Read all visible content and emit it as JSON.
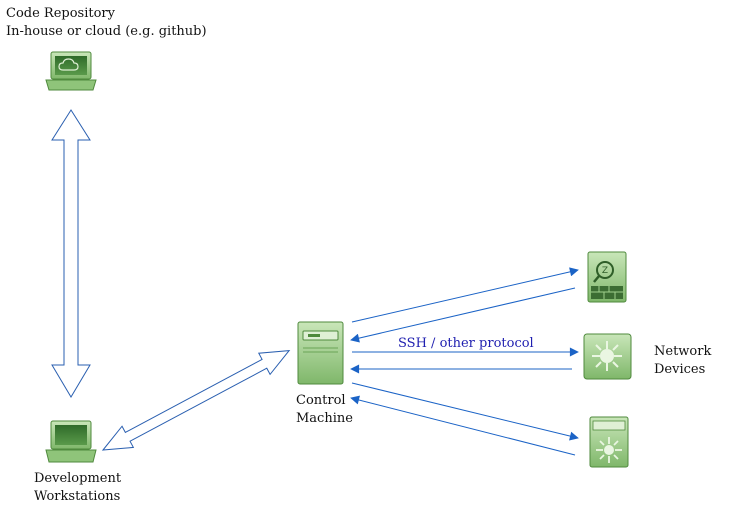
{
  "nodes": {
    "repo": {
      "line1": "Code Repository",
      "line2": "In-house or cloud (e.g. github)"
    },
    "workstations": {
      "line1": "Development",
      "line2": "Workstations"
    },
    "control": {
      "line1": "Control",
      "line2": "Machine"
    },
    "network": {
      "line1": "Network",
      "line2": "Devices"
    }
  },
  "edges": {
    "protocol_label": "SSH / other protocol"
  },
  "icons": {
    "repo": "cloud-laptop-icon",
    "workstations": "laptop-icon",
    "control": "server-icon",
    "firewall": "firewall-icon",
    "router": "router-icon",
    "switch": "switch-icon"
  },
  "colors": {
    "device_fill": "#8fc47a",
    "device_dark": "#4f8a3d",
    "device_light": "#c9e6b9",
    "arrow_blue": "#1b63c6",
    "outline_arrow": "#2a5fb0",
    "text": "#111111",
    "protocol_text": "#1f1fb0"
  }
}
